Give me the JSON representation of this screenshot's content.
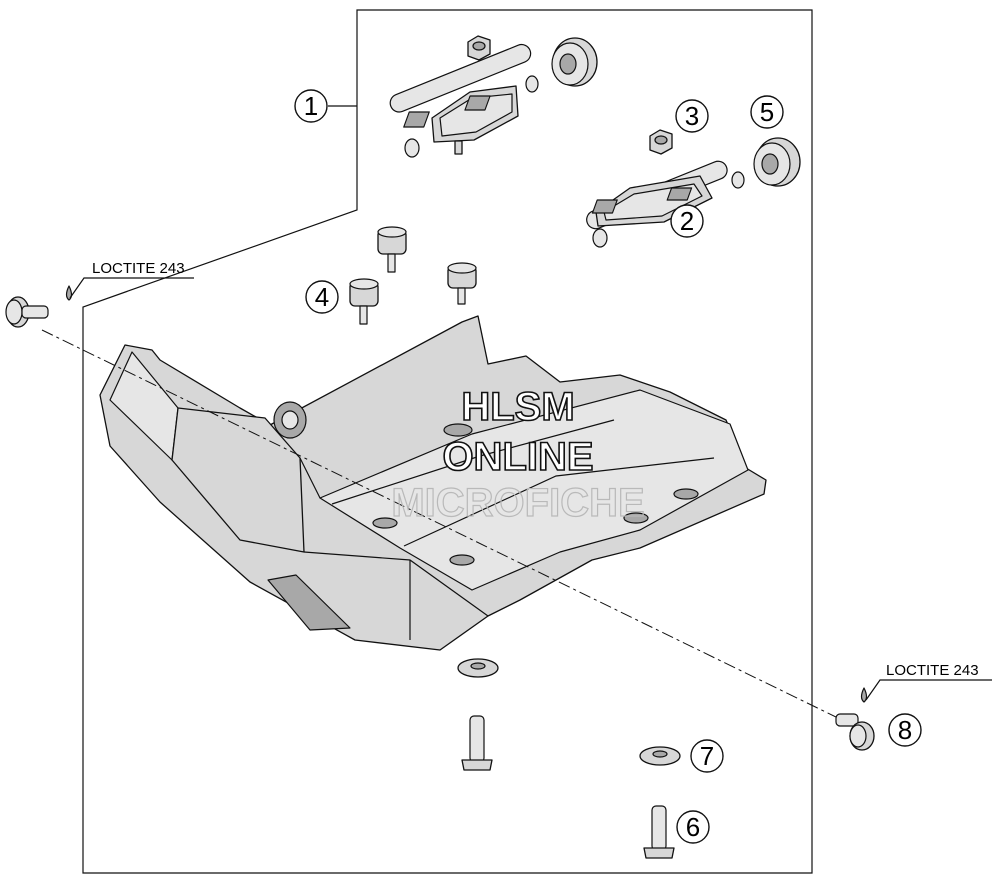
{
  "callouts": {
    "c1": "1",
    "c2": "2",
    "c3": "3",
    "c4": "4",
    "c5": "5",
    "c6": "6",
    "c7": "7",
    "c8": "8"
  },
  "labels": {
    "loctite_left": "LOCTITE 243",
    "loctite_right": "LOCTITE 243"
  },
  "watermark": {
    "line1": "HLSM",
    "line2": "ONLINE",
    "line3": "MICROFICHE"
  }
}
